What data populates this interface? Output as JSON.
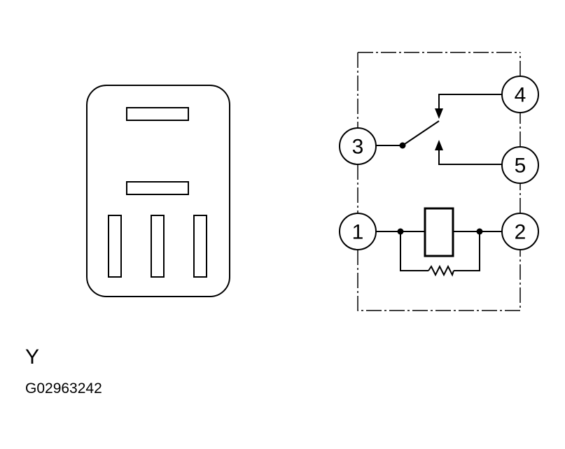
{
  "view_label": "Y",
  "figure_code": "G02963242",
  "pins": {
    "p1": "1",
    "p2": "2",
    "p3": "3",
    "p4": "4",
    "p5": "5"
  }
}
